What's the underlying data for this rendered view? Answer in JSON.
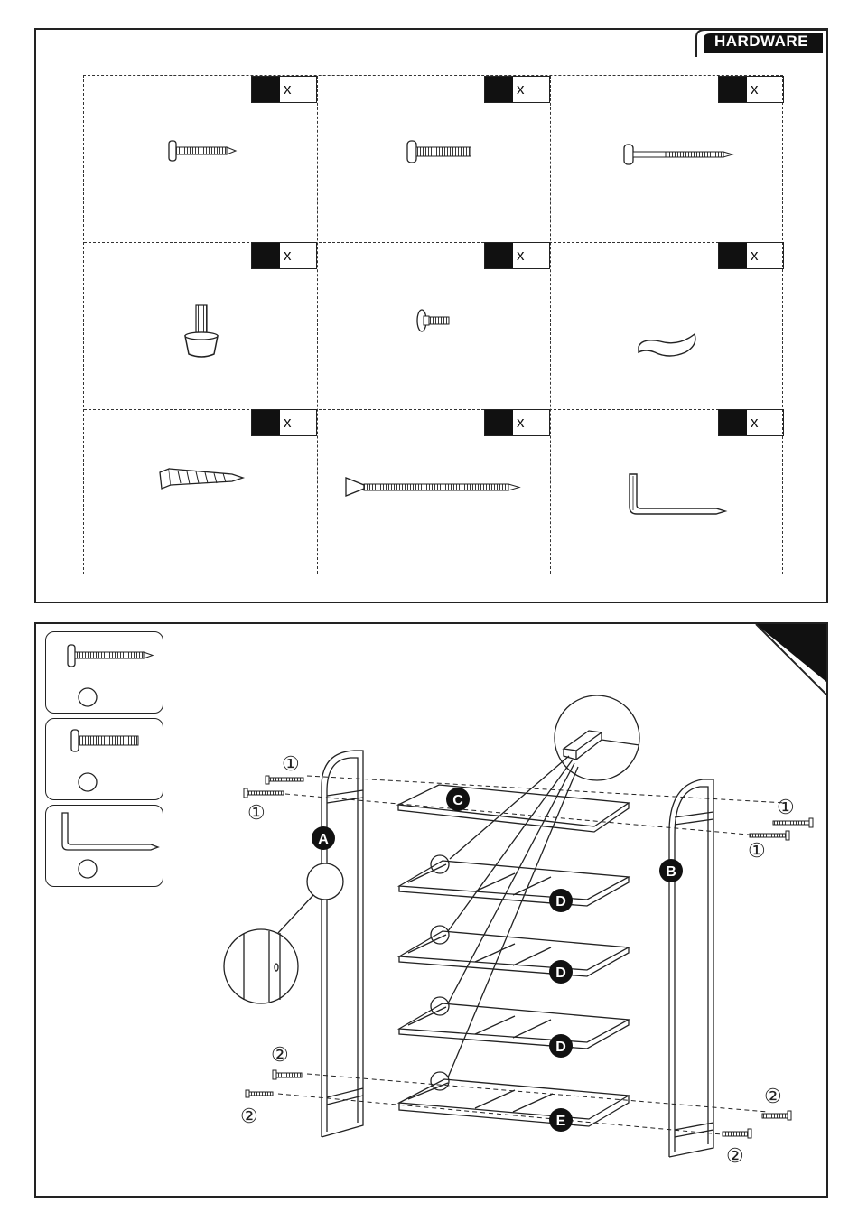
{
  "header": {
    "tab_label": "HARDWARE"
  },
  "hardware": {
    "qty_symbol": "x",
    "items": [
      {
        "id": "screw-short",
        "icon": "short-screw-icon",
        "qty": ""
      },
      {
        "id": "bolt-short",
        "icon": "short-bolt-icon",
        "qty": ""
      },
      {
        "id": "screw-long",
        "icon": "long-screw-icon",
        "qty": ""
      },
      {
        "id": "leveling-foot",
        "icon": "leveling-foot-icon",
        "qty": ""
      },
      {
        "id": "washer-screw",
        "icon": "washer-screw-icon",
        "qty": ""
      },
      {
        "id": "wall-clip",
        "icon": "wall-clip-icon",
        "qty": ""
      },
      {
        "id": "wall-anchor",
        "icon": "wall-anchor-icon",
        "qty": ""
      },
      {
        "id": "wood-screw",
        "icon": "wood-screw-icon",
        "qty": ""
      },
      {
        "id": "allen-key",
        "icon": "allen-key-icon",
        "qty": ""
      }
    ]
  },
  "step": {
    "sidebar": [
      {
        "icon": "long-screw-icon"
      },
      {
        "icon": "short-bolt-icon"
      },
      {
        "icon": "allen-key-icon"
      }
    ],
    "parts": {
      "A": "A",
      "B": "B",
      "C": "C",
      "D": "D",
      "E": "E"
    },
    "callouts": {
      "one": "①",
      "two": "②"
    }
  }
}
